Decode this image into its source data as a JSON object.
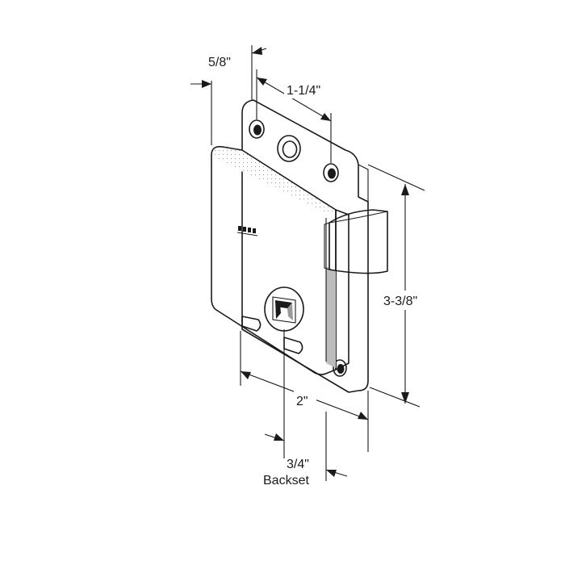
{
  "diagram": {
    "dimensions": {
      "mounting_edge": "5/8\"",
      "hole_spacing": "1-1/4\"",
      "height": "3-3/8\"",
      "width": "2\"",
      "backset_value": "3/4\"",
      "backset_label": "Backset"
    },
    "colors": {
      "line": "#1a1a1a",
      "body": "#ffffff",
      "shading": "#9a9a9a",
      "bolt": "#c8c8c8",
      "background": "#ffffff"
    }
  }
}
